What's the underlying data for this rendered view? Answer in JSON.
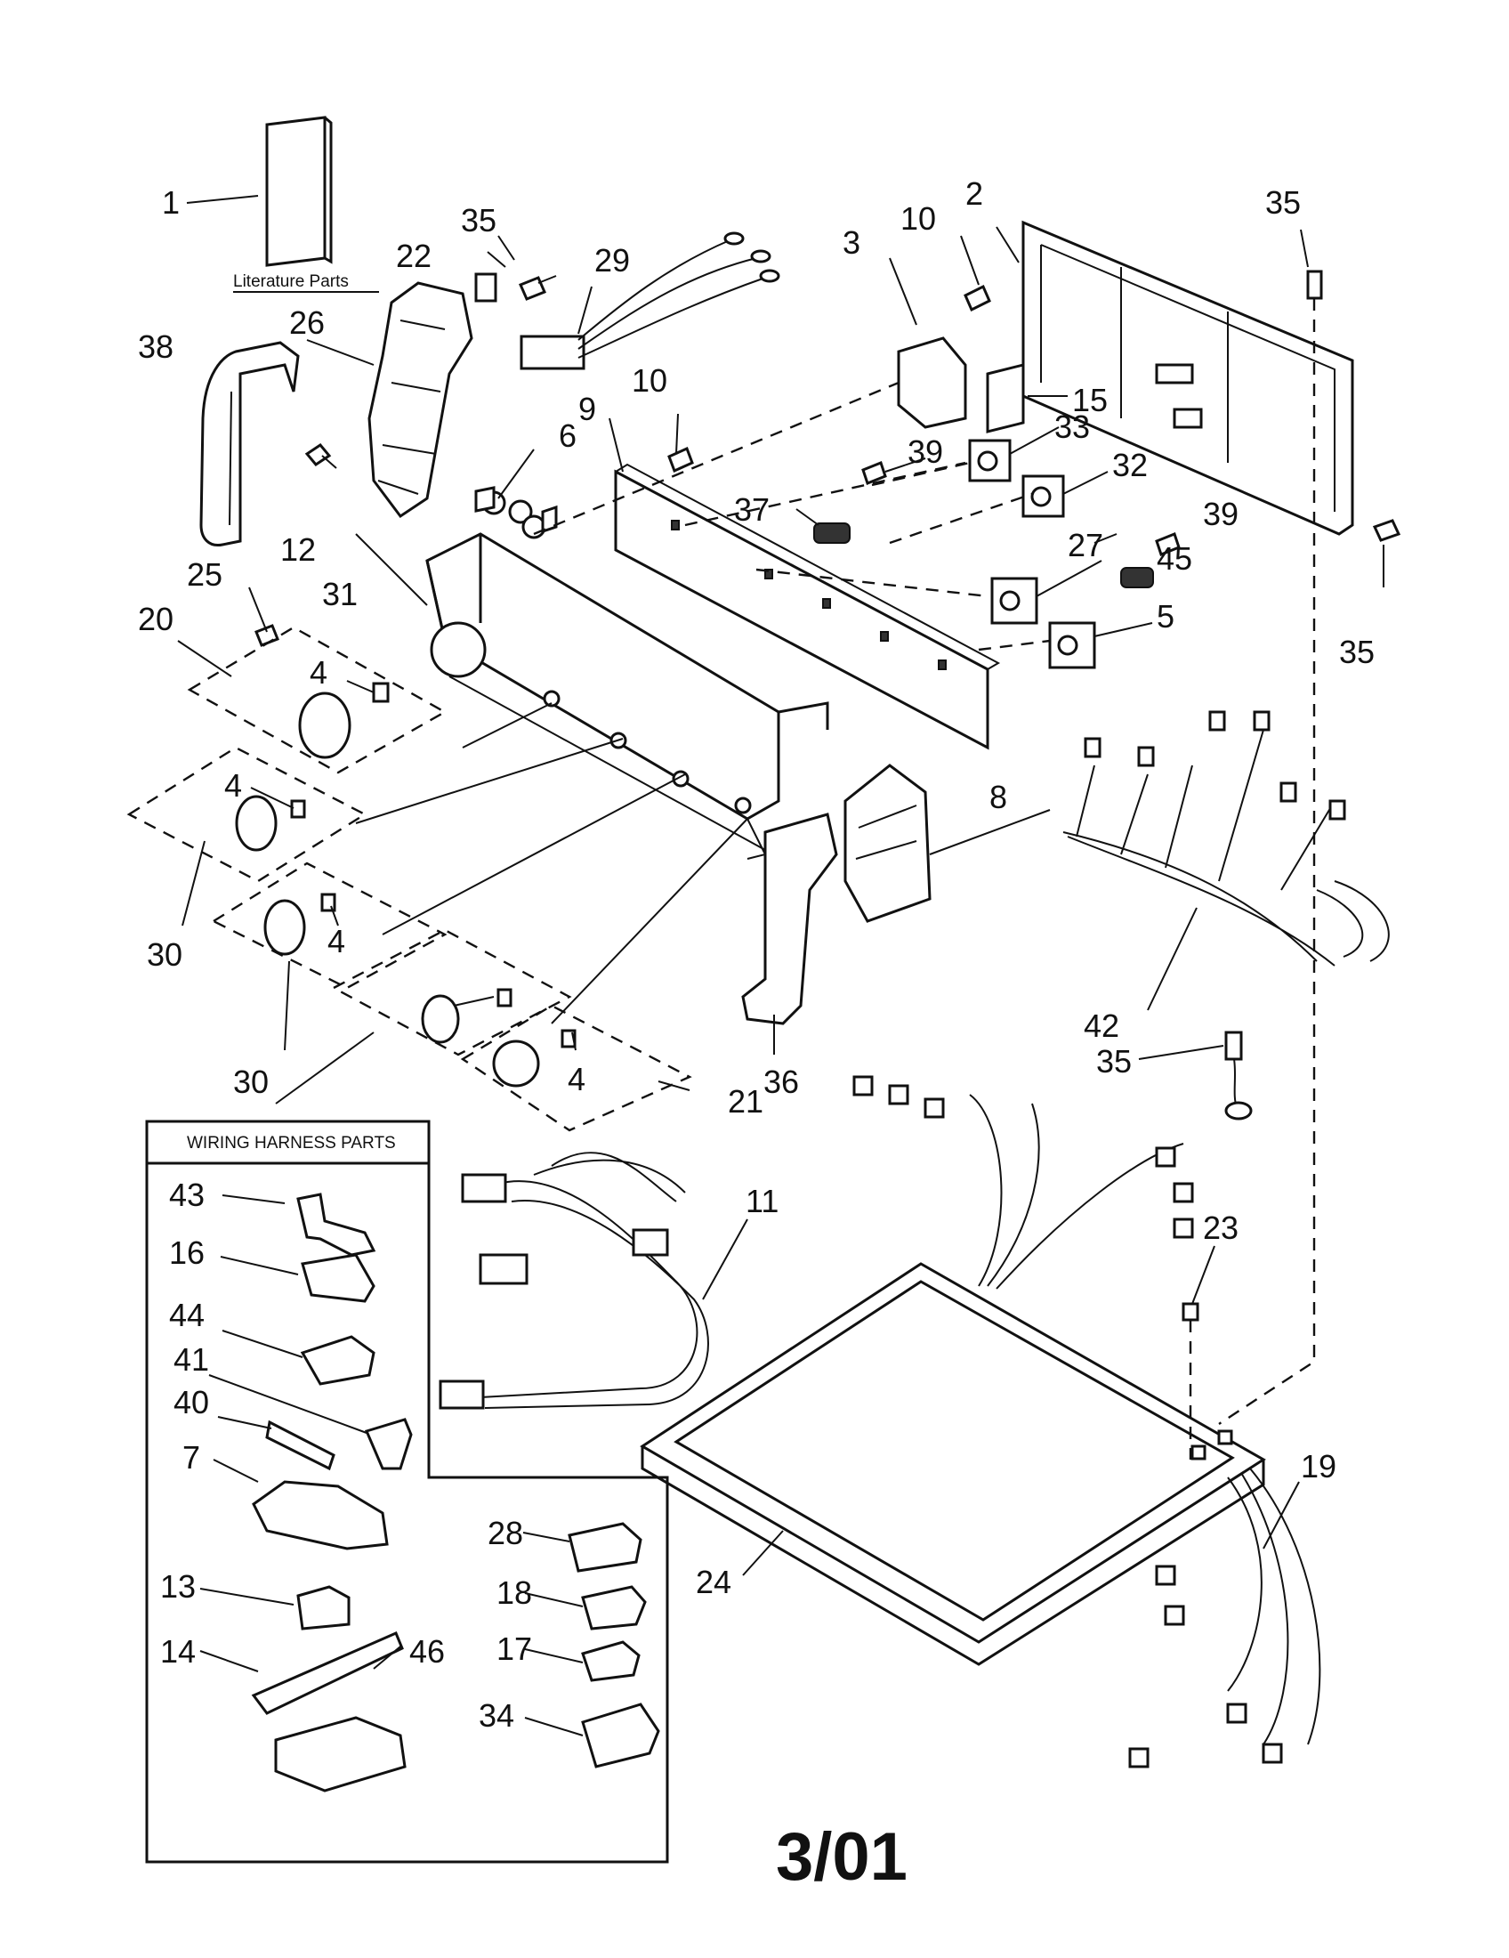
{
  "literature_caption": "Literature Parts",
  "harness_box_title": "WIRING HARNESS PARTS",
  "footer_date": "3/01",
  "callouts": {
    "c1": "1",
    "c2": "2",
    "c3": "3",
    "c4a": "4",
    "c4b": "4",
    "c4c": "4",
    "c4d": "4",
    "c5": "5",
    "c6": "6",
    "c7": "7",
    "c8": "8",
    "c9": "9",
    "c10a": "10",
    "c10b": "10",
    "c11": "11",
    "c12": "12",
    "c13": "13",
    "c14": "14",
    "c15": "15",
    "c16": "16",
    "c17": "17",
    "c18": "18",
    "c19": "19",
    "c20": "20",
    "c21": "21",
    "c22": "22",
    "c23": "23",
    "c24": "24",
    "c25": "25",
    "c26": "26",
    "c27": "27",
    "c28": "28",
    "c29": "29",
    "c30a": "30",
    "c30b": "30",
    "c31": "31",
    "c32": "32",
    "c33": "33",
    "c34": "34",
    "c35a": "35",
    "c35b": "35",
    "c35c": "35",
    "c35d": "35",
    "c36": "36",
    "c37": "37",
    "c38": "38",
    "c39a": "39",
    "c39b": "39",
    "c40": "40",
    "c41": "41",
    "c42": "42",
    "c43": "43",
    "c44": "44",
    "c45": "45",
    "c46": "46"
  }
}
